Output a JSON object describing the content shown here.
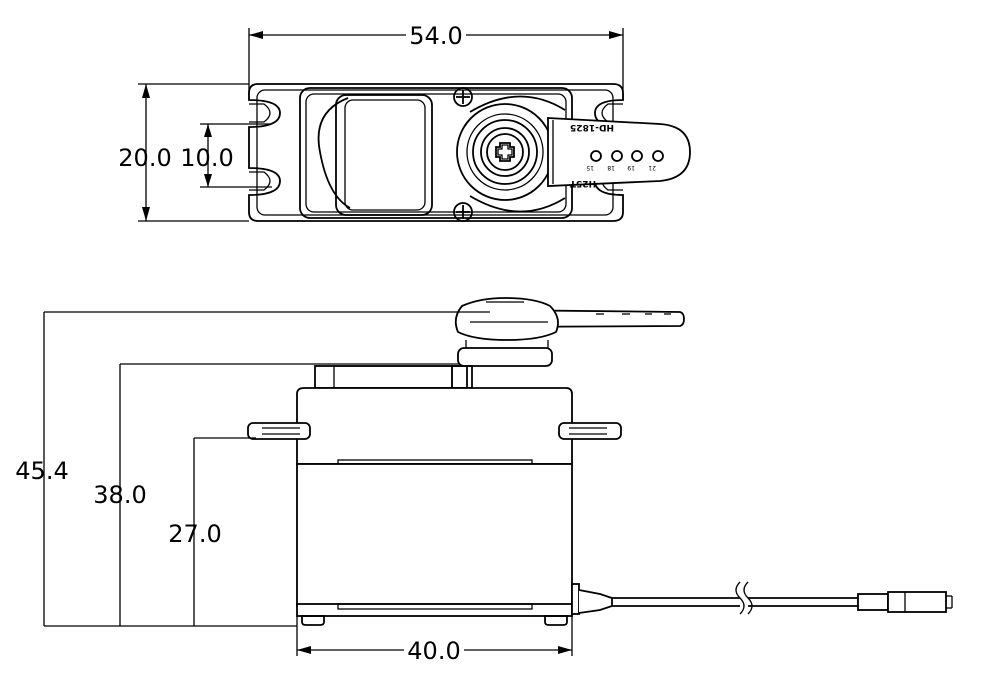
{
  "dimensions": {
    "top_width": "54.0",
    "top_height_outer": "20.0",
    "top_height_inner": "10.0",
    "side_total_height": "45.4",
    "side_body_height": "38.0",
    "side_mount_height": "27.0",
    "side_width": "40.0"
  },
  "horn": {
    "model_text": "HD-1825",
    "spline_text": "H25T",
    "hole_labels": [
      "15",
      "18",
      "19",
      "21"
    ]
  },
  "colors": {
    "line": "#000000",
    "background": "#ffffff"
  }
}
